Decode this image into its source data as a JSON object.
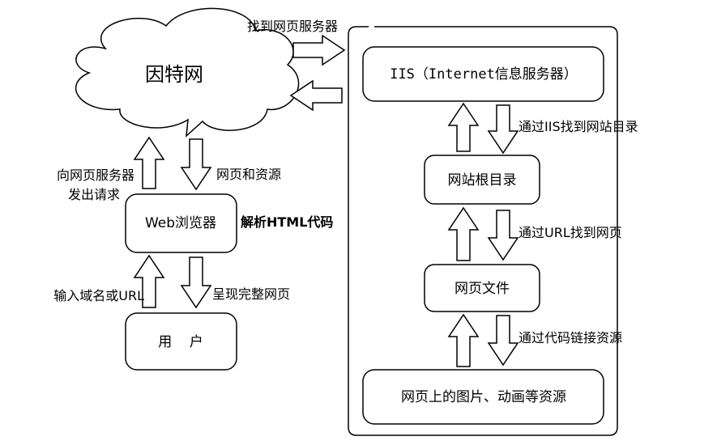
{
  "internet": {
    "label": "因特网"
  },
  "server_group": {
    "title": "找到网页服务器"
  },
  "nodes": {
    "iis": "IIS（Internet信息服务器）",
    "site_root": "网站根目录",
    "page_file": "网页文件",
    "resources": "网页上的图片、动画等资源",
    "browser": "Web浏览器",
    "user": "用    户"
  },
  "labels": {
    "via_iis": "通过IIS找到网站目录",
    "via_url": "通过URL找到网页",
    "via_code": "通过代码链接资源",
    "request_line1": "向网页服务器",
    "request_line2": "发出请求",
    "page_resources": "网页和资源",
    "parse_html": "解析HTML代码",
    "enter_domain": "输入域名或URL",
    "present_page": "呈现完整网页"
  }
}
